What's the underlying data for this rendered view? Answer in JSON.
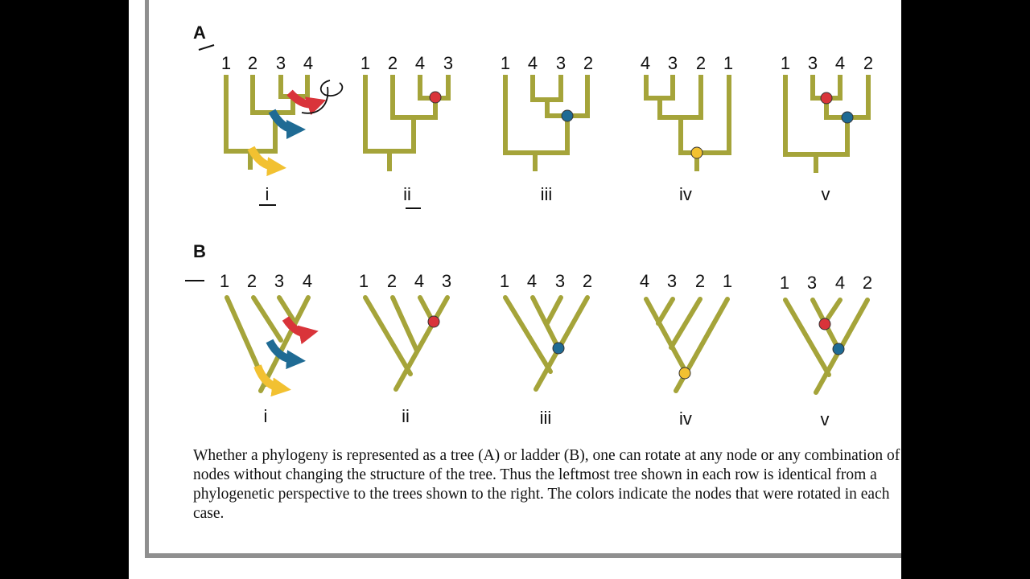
{
  "colors": {
    "branch": "#a5a43a",
    "red": "#d9343a",
    "blue": "#1f6b94",
    "yellow": "#f2c131",
    "ink": "#111111"
  },
  "panelA": {
    "label": "A",
    "trees": [
      {
        "roman": "i",
        "tips": [
          "1",
          "2",
          "3",
          "4"
        ]
      },
      {
        "roman": "ii",
        "tips": [
          "1",
          "2",
          "4",
          "3"
        ]
      },
      {
        "roman": "iii",
        "tips": [
          "1",
          "4",
          "3",
          "2"
        ]
      },
      {
        "roman": "iv",
        "tips": [
          "4",
          "3",
          "2",
          "1"
        ]
      },
      {
        "roman": "v",
        "tips": [
          "1",
          "3",
          "4",
          "2"
        ]
      }
    ]
  },
  "panelB": {
    "label": "B",
    "trees": [
      {
        "roman": "i",
        "tips": [
          "1",
          "2",
          "3",
          "4"
        ]
      },
      {
        "roman": "ii",
        "tips": [
          "1",
          "2",
          "4",
          "3"
        ]
      },
      {
        "roman": "iii",
        "tips": [
          "1",
          "4",
          "3",
          "2"
        ]
      },
      {
        "roman": "iv",
        "tips": [
          "4",
          "3",
          "2",
          "1"
        ]
      },
      {
        "roman": "v",
        "tips": [
          "1",
          "3",
          "4",
          "2"
        ]
      }
    ]
  },
  "caption": "Whether a phylogeny is represented as a tree (A) or ladder (B), one can rotate at any node or any combination of nodes without changing the structure of the tree. Thus the leftmost tree shown in each row is identical from a phylogenetic perspective to the trees shown to the right. The colors indicate the nodes that were rotated in each case."
}
